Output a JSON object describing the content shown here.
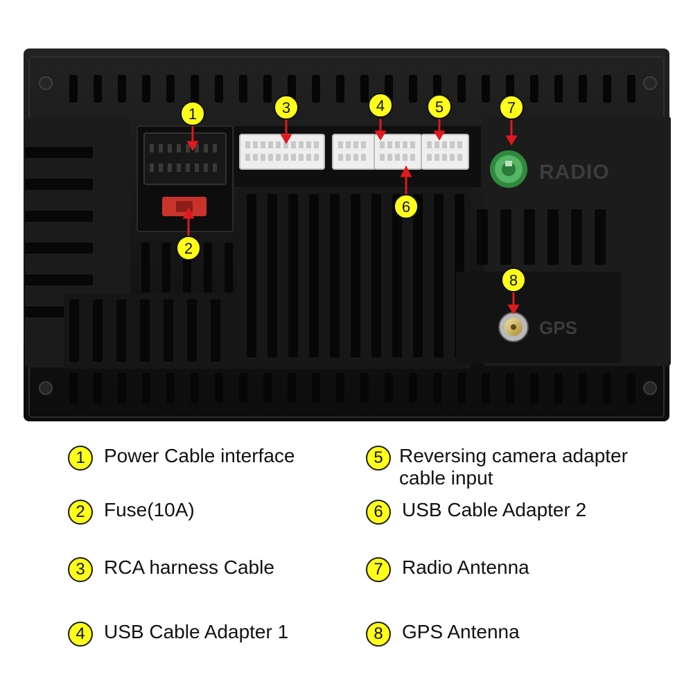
{
  "unit": {
    "labels": {
      "radio": "RADIO",
      "gps": "GPS"
    }
  },
  "callouts": [
    {
      "number": "1"
    },
    {
      "number": "2"
    },
    {
      "number": "3"
    },
    {
      "number": "4"
    },
    {
      "number": "5"
    },
    {
      "number": "6"
    },
    {
      "number": "7"
    },
    {
      "number": "8"
    }
  ],
  "legend": [
    {
      "number": "1",
      "label": "Power Cable interface"
    },
    {
      "number": "2",
      "label": "Fuse(10A)"
    },
    {
      "number": "3",
      "label": "RCA harness Cable"
    },
    {
      "number": "4",
      "label": "USB Cable Adapter 1"
    },
    {
      "number": "5",
      "label": "Reversing camera adapter cable input"
    },
    {
      "number": "6",
      "label": "USB Cable Adapter 2"
    },
    {
      "number": "7",
      "label": "Radio Antenna"
    },
    {
      "number": "8",
      "label": "GPS Antenna"
    }
  ],
  "colors": {
    "badge": "#ffff1a",
    "arrow": "#e0191e",
    "housing": "#161616",
    "connector": "#efefef",
    "radio_port": "#3a9a4a"
  }
}
